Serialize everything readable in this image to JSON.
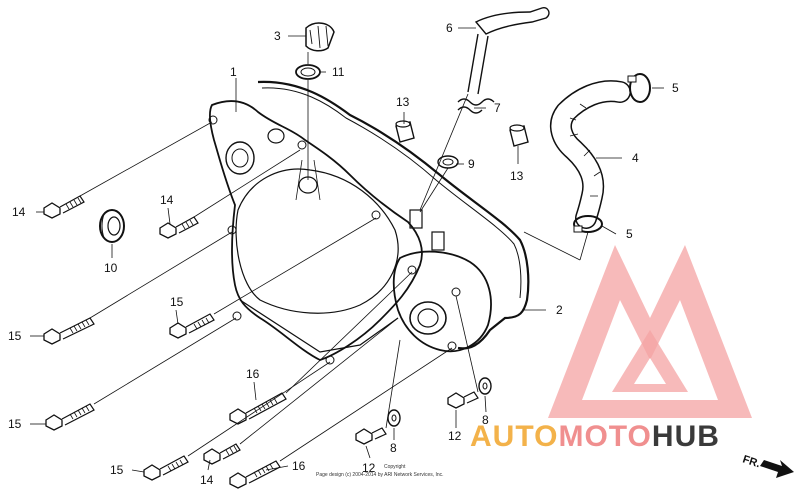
{
  "diagram": {
    "part_callouts": [
      "1",
      "2",
      "3",
      "4",
      "5",
      "5",
      "6",
      "7",
      "8",
      "8",
      "9",
      "10",
      "11",
      "12",
      "12",
      "13",
      "13",
      "14",
      "14",
      "14",
      "15",
      "15",
      "15",
      "15",
      "16",
      "16"
    ],
    "direction_label": "FR.",
    "copyright_lines": [
      "Copyright",
      "Page design (c) 2004-2014 by ARI Network Services, Inc."
    ]
  },
  "watermark": {
    "brand_part1": "AUTO",
    "brand_part2": "MOTO",
    "brand_part3": "HUB",
    "colors": {
      "auto": "#f3b24a",
      "moto": "#f09090",
      "hub": "#3a3a3a",
      "logo": "#f08a8a"
    }
  }
}
